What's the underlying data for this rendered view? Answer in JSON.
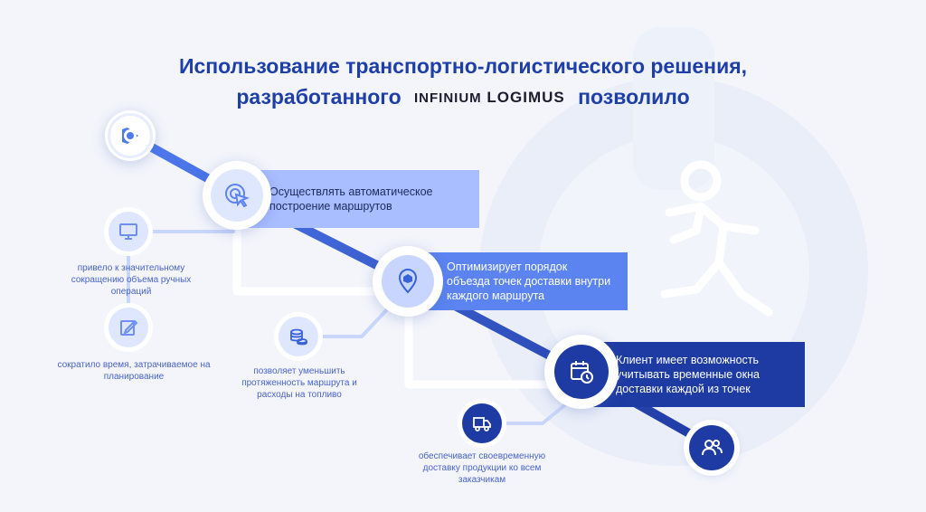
{
  "header": {
    "title_line1": "Использование транспортно-логистического решения,",
    "title_line2_before": "разработанного",
    "brand_part1": "Infinium",
    "brand_part2": "Logimus",
    "title_line2_after": "позволило"
  },
  "steps": [
    {
      "text": "Осуществлять автоматическое построение маршрутов",
      "icon": "cursor-click-icon"
    },
    {
      "text": "Оптимизирует порядок объезда точек доставки внутри каждого маршрута",
      "icon": "map-pin-icon"
    },
    {
      "text": "Клиент имеет возможность учитывать временные окна доставки каждой из точек",
      "icon": "calendar-clock-icon"
    }
  ],
  "results": [
    {
      "text": "привело к значительному сокращению объема ручных операций",
      "icon": "monitor-icon"
    },
    {
      "text": "сократило время, затрачиваемое на планирование",
      "icon": "edit-icon"
    },
    {
      "text": "позволяет уменьшить протяженность маршрута и расходы на топливо",
      "icon": "coins-icon"
    },
    {
      "text": "обеспечивает своевременную доставку продукции ко всем заказчикам",
      "icon": "truck-icon"
    }
  ],
  "endpoints": {
    "start_icon": "start-target-icon",
    "end_icon": "users-icon"
  },
  "colors": {
    "title": "#1f3fa8",
    "box1": "#a9beff",
    "box2": "#5b84f1",
    "box3": "#1e3ba3",
    "caption": "#4a63c9"
  }
}
